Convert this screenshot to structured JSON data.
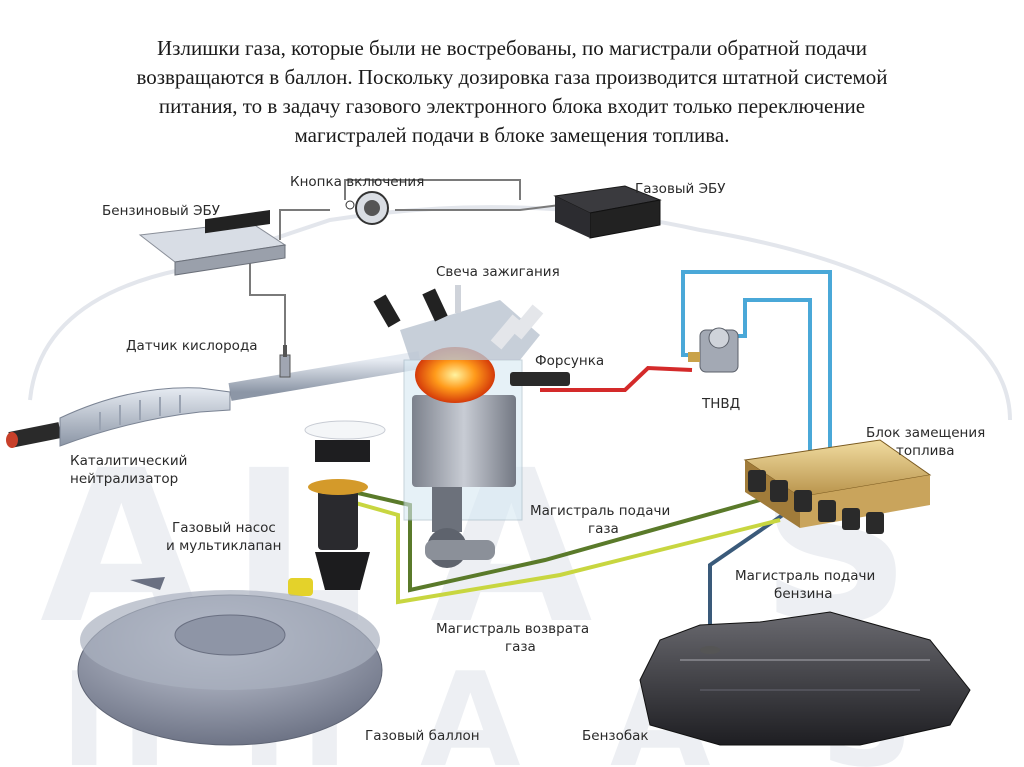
{
  "caption": [
    "Излишки газа, которые были не востребованы, по магистрали обратной подачи",
    "возвращаются в баллон. Поскольку дозировка газа производится штатной системой",
    "питания, то в задачу газового электронного блока входит только переключение",
    "магистралей подачи в блоке замещения топлива."
  ],
  "labels": {
    "power_button": "Кнопка включения",
    "petrol_ecu": "Бензиновый ЭБУ",
    "gas_ecu": "Газовый ЭБУ",
    "spark_plug": "Свеча зажигания",
    "oxygen_sensor": "Датчик кислорода",
    "injector": "Форсунка",
    "hp_fuel_pump": "ТНВД",
    "catalytic_1": "Каталитический",
    "catalytic_2": "нейтрализатор",
    "fuel_block_1": "Блок замещения",
    "fuel_block_2": "топлива",
    "gas_pump_1": "Газовый насос",
    "gas_pump_2": "и мультиклапан",
    "gas_supply_1": "Магистраль подачи",
    "gas_supply_2": "газа",
    "petrol_supply_1": "Магистраль подачи",
    "petrol_supply_2": "бензина",
    "gas_return_1": "Магистраль возврата",
    "gas_return_2": "газа",
    "gas_cylinder": "Газовый баллон",
    "petrol_tank": "Бензобак"
  },
  "watermark": [
    "A",
    "L",
    "A",
    "S",
    "П",
    "H",
    "A",
    "A",
    "S"
  ],
  "colors": {
    "gas_supply_line": "#5a7a2a",
    "gas_return_line": "#c8d640",
    "petrol_line": "#4aa8d8",
    "high_pressure_line": "#d42a2a",
    "signal_wire": "#7a7a7a",
    "cylinder": "#8e95a8",
    "tank": "#3a3a3e"
  }
}
